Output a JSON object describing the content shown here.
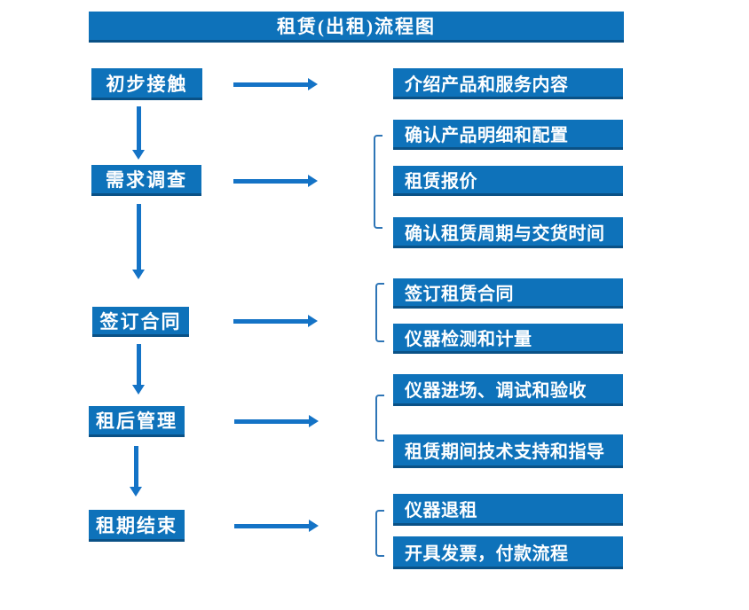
{
  "title": "租赁(出租)流程图",
  "colors": {
    "box_fill": "#0E72BA",
    "box_border_bottom": "#0A5186",
    "arrow": "#1473C6",
    "bracket": "#2E75B6",
    "text": "#FFFFFF",
    "background": "#FFFFFF"
  },
  "flow": [
    {
      "stage": "初步接触",
      "details": [
        "介绍产品和服务内容"
      ]
    },
    {
      "stage": "需求调查",
      "details": [
        "确认产品明细和配置",
        "租赁报价",
        "确认租赁周期与交货时间"
      ]
    },
    {
      "stage": "签订合同",
      "details": [
        "签订租赁合同",
        "仪器检测和计量"
      ]
    },
    {
      "stage": "租后管理",
      "details": [
        "仪器进场、调试和验收",
        "租赁期间技术支持和指导"
      ]
    },
    {
      "stage": "租期结束",
      "details": [
        "仪器退租",
        "开具发票，付款流程"
      ]
    }
  ]
}
